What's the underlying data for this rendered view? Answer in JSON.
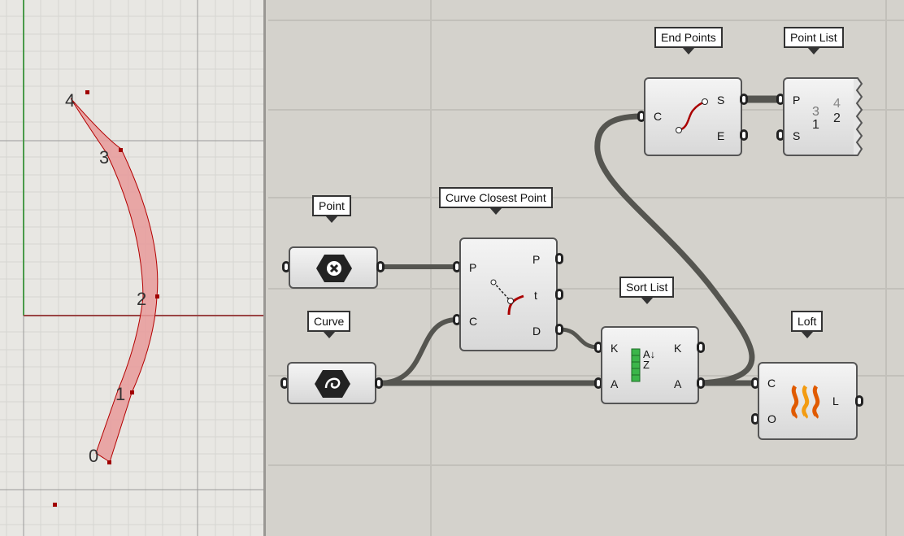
{
  "viewport": {
    "point_labels": [
      "0",
      "1",
      "2",
      "3",
      "4"
    ]
  },
  "components": {
    "point": {
      "tooltip": "Point"
    },
    "curve": {
      "tooltip": "Curve"
    },
    "ccp": {
      "tooltip": "Curve Closest Point",
      "in": [
        "P",
        "C"
      ],
      "out": [
        "P",
        "t",
        "D"
      ]
    },
    "sort": {
      "tooltip": "Sort List",
      "in": [
        "K",
        "A"
      ],
      "out": [
        "K",
        "A"
      ],
      "icon_text": "A↓Z"
    },
    "endpts": {
      "tooltip": "End Points",
      "in": [
        "C"
      ],
      "out": [
        "S",
        "E"
      ]
    },
    "plist": {
      "tooltip": "Point List",
      "in": [
        "P",
        "S"
      ],
      "icon_text": [
        "3",
        "4",
        "1",
        "2"
      ]
    },
    "loft": {
      "tooltip": "Loft",
      "in": [
        "C",
        "O"
      ],
      "out": [
        "L"
      ]
    }
  },
  "colors": {
    "curve": "#b30000",
    "wire": "#555550"
  }
}
